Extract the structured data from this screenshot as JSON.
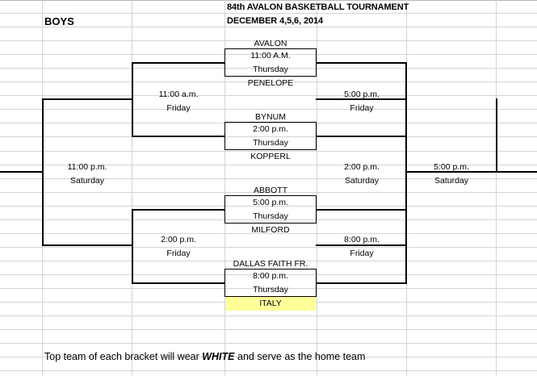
{
  "sheet": {
    "title_line1": "84th AVALON BASKETBALL TOURNAMENT",
    "title_line2": "DECEMBER 4,5,6, 2014",
    "division": "BOYS",
    "footer_prefix": "Top team of each bracket will wear ",
    "footer_emphasis": "WHITE",
    "footer_suffix": " and serve as the home team",
    "highlight_color": "#ffff99"
  },
  "bracket": {
    "round1": [
      {
        "top_team": "AVALON",
        "time": "11:00 A.M.",
        "day": "Thursday",
        "bottom_team": "PENELOPE",
        "bottom_highlight": false
      },
      {
        "top_team": "BYNUM",
        "time": "2:00 p.m.",
        "day": "Thursday",
        "bottom_team": "KOPPERL",
        "bottom_highlight": false
      },
      {
        "top_team": "ABBOTT",
        "time": "5:00 p.m.",
        "day": "Thursday",
        "bottom_team": "MILFORD",
        "bottom_highlight": false
      },
      {
        "top_team": "DALLAS FAITH FR.",
        "time": "8:00 p.m.",
        "day": "Thursday",
        "bottom_team": "ITALY",
        "bottom_highlight": true
      }
    ],
    "round2_left": [
      {
        "time": "11:00 a.m.",
        "day": "Friday"
      },
      {
        "time": "2:00 p.m.",
        "day": "Friday"
      }
    ],
    "round2_right": [
      {
        "time": "5:00 p.m.",
        "day": "Friday"
      },
      {
        "time": "8:00 p.m.",
        "day": "Friday"
      }
    ],
    "round3_left": {
      "time": "11:00 p.m.",
      "day": "Saturday"
    },
    "round3_right": {
      "time": "2:00 p.m.",
      "day": "Saturday"
    },
    "final_right": {
      "time": "5:00 p.m.",
      "day": "Saturday"
    }
  }
}
